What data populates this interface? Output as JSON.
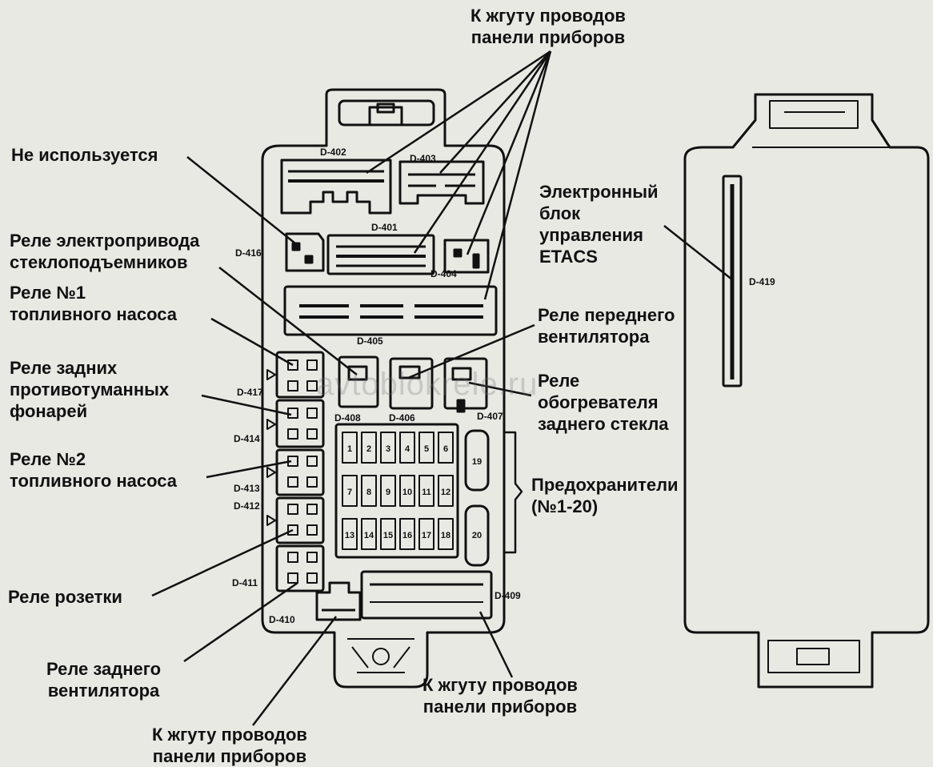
{
  "labels": {
    "top_harness": [
      "К жгуту проводов",
      "панели приборов"
    ],
    "not_used": "Не используется",
    "window_relay": [
      "Реле электропривода",
      "стеклоподъемников"
    ],
    "fuel_pump_relay_1": [
      "Реле №1",
      "топливного насоса"
    ],
    "rear_fog_relay": [
      "Реле задних",
      "противотуманных",
      "фонарей"
    ],
    "fuel_pump_relay_2": [
      "Реле №2",
      "топливного насоса"
    ],
    "socket_relay": "Реле розетки",
    "rear_fan_relay": [
      "Реле заднего",
      "вентилятора"
    ],
    "bottom_left_harness": [
      "К жгуту проводов",
      "панели приборов"
    ],
    "bottom_right_harness": [
      "К жгуту проводов",
      "панели приборов"
    ],
    "etacs": [
      "Электронный",
      "блок",
      "управления",
      "ETACS"
    ],
    "front_fan_relay": [
      "Реле переднего",
      "вентилятора"
    ],
    "rear_defogger_relay": [
      "Реле",
      "обогревателя",
      "заднего стекла"
    ],
    "fuses": [
      "Предохранители",
      "(№1-20)"
    ]
  },
  "watermark": "avtoblokrele.ru",
  "connectors": {
    "d401": "D-401",
    "d402": "D-402",
    "d403": "D-403",
    "d404": "D-404",
    "d405": "D-405",
    "d406": "D-406",
    "d407": "D-407",
    "d408": "D-408",
    "d409": "D-409",
    "d410": "D-410",
    "d411": "D-411",
    "d412": "D-412",
    "d413": "D-413",
    "d414": "D-414",
    "d416": "D-416",
    "d417": "D-417",
    "d419": "D-419"
  },
  "fuse_numbers": [
    "1",
    "2",
    "3",
    "4",
    "5",
    "6",
    "7",
    "8",
    "9",
    "10",
    "11",
    "12",
    "13",
    "14",
    "15",
    "16",
    "17",
    "18"
  ],
  "fuse_large": [
    "19",
    "20"
  ]
}
